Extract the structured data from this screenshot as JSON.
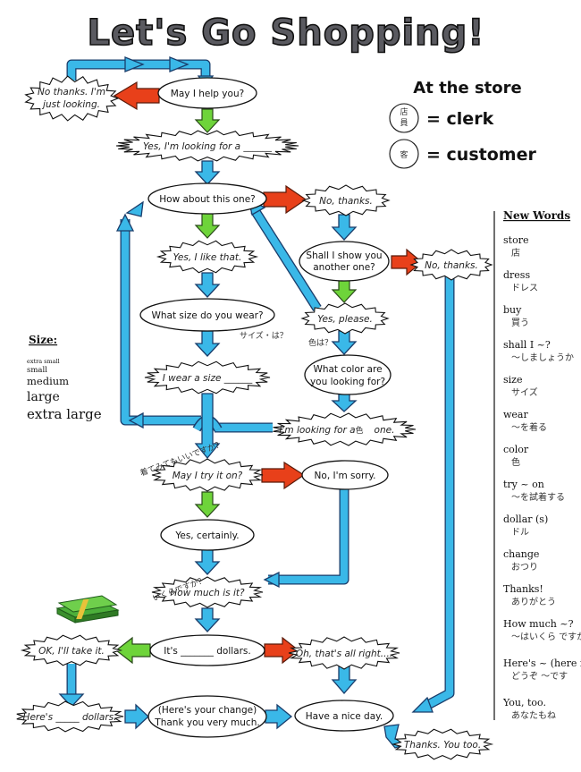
{
  "title": "Let's Go Shopping!",
  "store": {
    "heading": "At the store",
    "clerk_label": "= clerk",
    "customer_label": "= customer",
    "clerk_kanji_1": "店",
    "clerk_kanji_2": "員",
    "customer_kanji": "客"
  },
  "nodes": {
    "may_i_help": "May I help you?",
    "no_thanks_looking_1": "No thanks. I'm",
    "no_thanks_looking_2": "just looking.",
    "yes_looking_for": "Yes, I'm looking for a ______",
    "how_about": "How about this one?",
    "no_thanks_1": "No, thanks.",
    "yes_i_like": "Yes, I like that.",
    "shall_show_1": "Shall I show you",
    "shall_show_2": "another one?",
    "no_thanks_2": "No, thanks.",
    "what_size": "What size do you wear?",
    "what_size_note": "サイズ・は？",
    "yes_please": "Yes, please.",
    "yes_please_note": "色は？",
    "what_color_1": "What color are",
    "what_color_2": "you looking for?",
    "wear_size": "I wear a size ______",
    "looking_color_pre": "I'm looking for a",
    "looking_color_mark": "色",
    "looking_color_post": "one.",
    "try_on": "May I try it on?",
    "try_on_note": "着てみてもいいですか？",
    "no_sorry": "No, I'm sorry.",
    "yes_certainly": "Yes, certainly.",
    "how_much": "How much is it?",
    "how_much_note": "いくらですか？",
    "its_dollars": "It's _______ dollars.",
    "ok_take": "OK, I'll take it.",
    "thats_alright": "Oh, that's all right....",
    "heres_dollars": "Here's _____ dollars.",
    "change_1": "(Here's your change)",
    "change_2": "Thank you very much.",
    "nice_day": "Have a nice day.",
    "thanks_you_too": "Thanks. You too."
  },
  "size_box": {
    "heading": "Size:",
    "items": [
      "extra small",
      "small",
      "medium",
      "large",
      "extra large"
    ]
  },
  "new_words": {
    "heading": "New Words",
    "items": [
      {
        "en": "store",
        "jp": "店"
      },
      {
        "en": "dress",
        "jp": "ドレス"
      },
      {
        "en": "buy",
        "jp": "買う"
      },
      {
        "en": "shall I ~?",
        "jp": "～しましょうか"
      },
      {
        "en": "size",
        "jp": "サイズ"
      },
      {
        "en": "wear",
        "jp": "～を着る"
      },
      {
        "en": "color",
        "jp": "色"
      },
      {
        "en": "try ~ on",
        "jp": "～を試着する"
      },
      {
        "en": "dollar (s)",
        "jp": "ドル"
      },
      {
        "en": "change",
        "jp": "おつり"
      },
      {
        "en": "Thanks!",
        "jp": "ありがとう"
      },
      {
        "en": "How much ~?",
        "jp": "～はいくら ですか"
      },
      {
        "en": "Here's ~ (here is)",
        "jp": "どうぞ ～です"
      },
      {
        "en": "You, too.",
        "jp": "あなたもね"
      }
    ]
  },
  "colors": {
    "arrow_blue": "#3ab8e8",
    "arrow_green": "#6ed43a",
    "arrow_red": "#e8401a",
    "money": "#4caf3a"
  },
  "icons": {
    "money": "money-stack-icon"
  }
}
